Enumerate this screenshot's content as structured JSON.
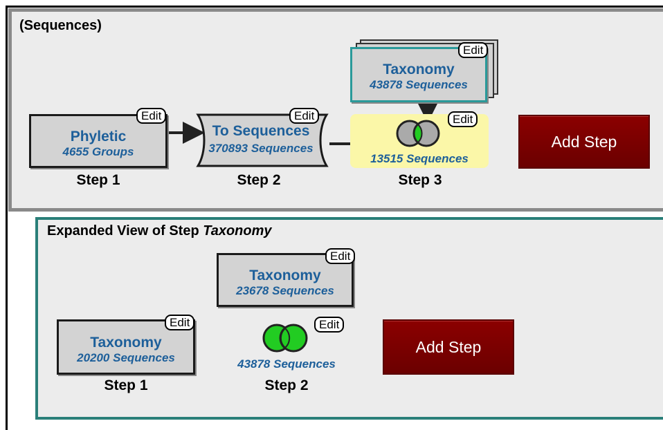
{
  "strategy_panel": {
    "title": "(Sequences)",
    "edit_label": "Edit",
    "steps": [
      {
        "name": "Phyletic",
        "count": "4655 Groups",
        "label": "Step 1"
      },
      {
        "name": "To Sequences",
        "count": "370893 Sequences",
        "label": "Step 2"
      },
      {
        "count": "13515 Sequences",
        "label": "Step 3"
      }
    ],
    "taxonomy_box": {
      "name": "Taxonomy",
      "count": "43878 Sequences"
    },
    "add_step": "Add Step"
  },
  "expanded_panel": {
    "title_prefix": "Expanded View of Step ",
    "title_step": "Taxonomy",
    "edit_label": "Edit",
    "steps": [
      {
        "name": "Taxonomy",
        "count": "20200 Sequences",
        "label": "Step 1"
      },
      {
        "count": "43878 Sequences",
        "label": "Step 2"
      }
    ],
    "taxonomy_box": {
      "name": "Taxonomy",
      "count": "23678 Sequences"
    },
    "add_step": "Add Step"
  },
  "colors": {
    "link_blue": "#1d5f9a",
    "add_step_red": "#7a0000",
    "teal_border": "#2a7f79",
    "venn_green": "#22cc22"
  },
  "icons": [
    "venn-intersect-icon",
    "arrow-icon"
  ]
}
